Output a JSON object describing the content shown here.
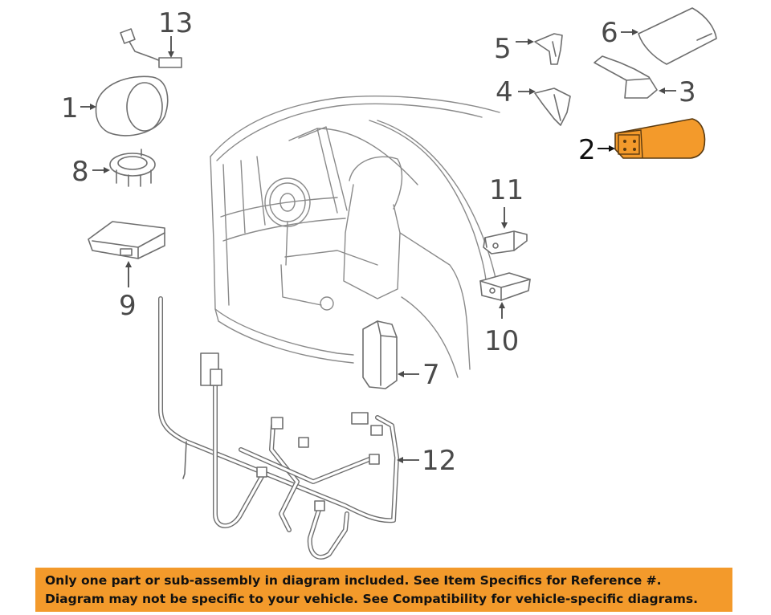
{
  "diagram": {
    "callouts": [
      {
        "id": "1",
        "label": "1",
        "highlighted": false
      },
      {
        "id": "2",
        "label": "2",
        "highlighted": true
      },
      {
        "id": "3",
        "label": "3",
        "highlighted": false
      },
      {
        "id": "4",
        "label": "4",
        "highlighted": false
      },
      {
        "id": "5",
        "label": "5",
        "highlighted": false
      },
      {
        "id": "6",
        "label": "6",
        "highlighted": false
      },
      {
        "id": "7",
        "label": "7",
        "highlighted": false
      },
      {
        "id": "8",
        "label": "8",
        "highlighted": false
      },
      {
        "id": "9",
        "label": "9",
        "highlighted": false
      },
      {
        "id": "10",
        "label": "10",
        "highlighted": false
      },
      {
        "id": "11",
        "label": "11",
        "highlighted": false
      },
      {
        "id": "12",
        "label": "12",
        "highlighted": false
      },
      {
        "id": "13",
        "label": "13",
        "highlighted": false
      }
    ],
    "highlight_color": "#F39A2B"
  },
  "notice": {
    "line1": "Only one part or sub-assembly in diagram included. See Item Specifics for Reference #.",
    "line2": "Diagram may not be specific to your vehicle. See Compatibility for vehicle-specific diagrams.",
    "background": "#F39A2B"
  }
}
